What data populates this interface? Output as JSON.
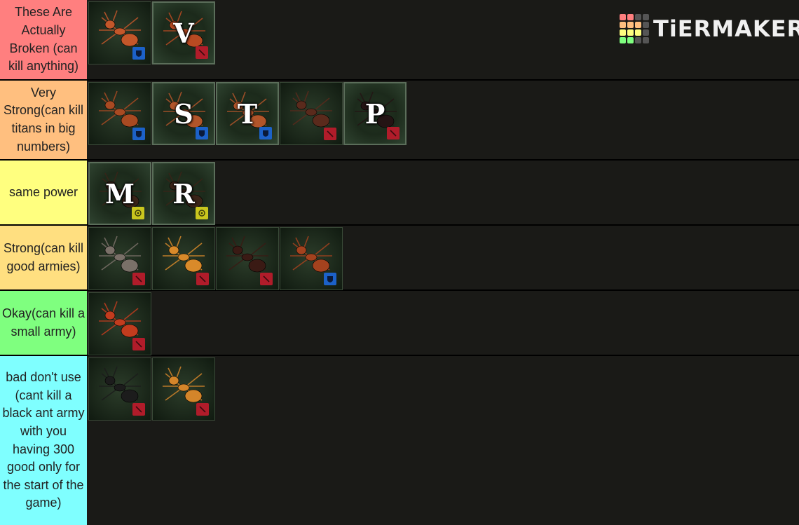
{
  "logo": {
    "text": "TiERMAKER"
  },
  "colors": {
    "badge_red": "#b01c2a",
    "badge_blue": "#1c61c8",
    "badge_yellow": "#c9c61e",
    "row_bg": "#1a1a17"
  },
  "tiers": [
    {
      "label": "These Are Actually Broken (can kill anything)",
      "color": "#ff7f7f",
      "items": [
        {
          "letter": "",
          "icon": "ant-icon",
          "badge": "blue",
          "tint": "#c4572a"
        },
        {
          "letter": "V",
          "icon": "ant-icon",
          "badge": "red",
          "tint": "#b84a22"
        }
      ]
    },
    {
      "label": "Very Strong(can kill titans in big numbers)",
      "color": "#ffbf7f",
      "items": [
        {
          "letter": "",
          "icon": "ant-icon",
          "badge": "blue",
          "tint": "#a94a22"
        },
        {
          "letter": "S",
          "icon": "ant-icon",
          "badge": "blue",
          "tint": "#b2552a"
        },
        {
          "letter": "T",
          "icon": "ant-icon",
          "badge": "blue",
          "tint": "#b2552a"
        },
        {
          "letter": "",
          "icon": "ant-icon",
          "badge": "red",
          "tint": "#5a2a1c"
        },
        {
          "letter": "P",
          "icon": "ant-icon",
          "badge": "red",
          "tint": "#241414"
        }
      ]
    },
    {
      "label": "same power",
      "color": "#ffff7f",
      "items": [
        {
          "letter": "M",
          "icon": "ant-icon",
          "badge": "yellow",
          "tint": "#3a2418"
        },
        {
          "letter": "R",
          "icon": "ant-icon",
          "badge": "yellow",
          "tint": "#3a2418"
        }
      ]
    },
    {
      "label": "Strong(can kill good armies)",
      "color": "#ffdf80",
      "items": [
        {
          "letter": "",
          "icon": "ant-icon",
          "badge": "red",
          "tint": "#7a7068"
        },
        {
          "letter": "",
          "icon": "ant-icon",
          "badge": "red",
          "tint": "#d98a2a"
        },
        {
          "letter": "",
          "icon": "ant-icon",
          "badge": "red",
          "tint": "#3a1a14"
        },
        {
          "letter": "",
          "icon": "ant-icon",
          "badge": "blue",
          "tint": "#a4421e"
        }
      ]
    },
    {
      "label": "Okay(can kill a small army)",
      "color": "#7fff7f",
      "items": [
        {
          "letter": "",
          "icon": "ant-icon",
          "badge": "red",
          "tint": "#c23c1e"
        }
      ]
    },
    {
      "label": "bad don't use (cant kill a black ant army with you having 300 good only for the start of the game)",
      "color": "#7fffff",
      "items": [
        {
          "letter": "",
          "icon": "ant-icon",
          "badge": "red",
          "tint": "#1c1c1c"
        },
        {
          "letter": "",
          "icon": "ant-icon",
          "badge": "red",
          "tint": "#d4852a"
        }
      ]
    }
  ]
}
